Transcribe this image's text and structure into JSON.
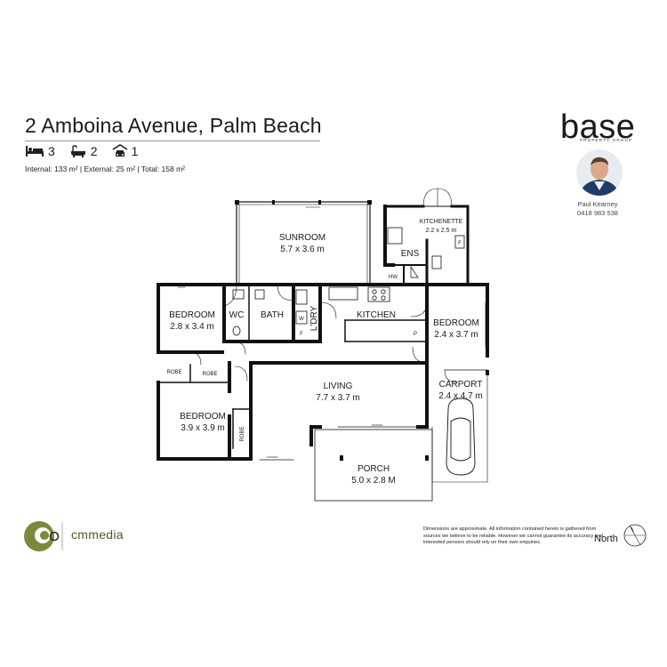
{
  "header": {
    "address": "2 Amboina Avenue, Palm Beach",
    "beds": "3",
    "baths": "2",
    "cars": "1",
    "areas": "Internal: 133 m²  |  External: 25 m²  |  Total: 158 m²",
    "bed_icon": "bed-icon",
    "bath_icon": "bath-icon",
    "car_icon": "car-icon"
  },
  "agency": {
    "brand": "base",
    "tagline": "PROPERTY GROUP",
    "agent_name": "Paul Kearney",
    "agent_phone": "0418 983 538"
  },
  "rooms": {
    "sunroom": {
      "name": "SUNROOM",
      "size": "5.7 x 3.6 m"
    },
    "kitchenette": {
      "name": "KITCHENETTE",
      "size": "2.2 x 2.5 m"
    },
    "ens": "ENS",
    "hw": "HW",
    "f": "F",
    "bedroom1": {
      "name": "BEDROOM",
      "size": "2.8 x 3.4 m"
    },
    "wc": "WC",
    "bath": "BATH",
    "ldry": "L'DRY",
    "w": "W",
    "kitchen": "KITCHEN",
    "p": "P",
    "bedroom2": {
      "name": "BEDROOM",
      "size": "2.4 x 3.7 m"
    },
    "robe": "ROBE",
    "living": {
      "name": "LIVING",
      "size": "7.7 x 3.7 m"
    },
    "carport": {
      "name": "CARPORT",
      "size": "2.4 x 4.7 m"
    },
    "bedroom3": {
      "name": "BEDROOM",
      "size": "3.9 x 3.9 m"
    },
    "porch": {
      "name": "PORCH",
      "size": "5.0 x 2.8 M"
    }
  },
  "footer": {
    "cm_brand": "cmmedia",
    "disclaimer": "Dimensions are approximate.  All information contained herein is gathered from sources we believe to be reliable.  However we cannot guarantee its accuracy and interested persons should rely on their own enquiries.",
    "north": "North",
    "north_icon": "compass-icon"
  },
  "colors": {
    "wall": "#111111",
    "olive": "#7a8a3a",
    "text": "#1a1a1a"
  }
}
